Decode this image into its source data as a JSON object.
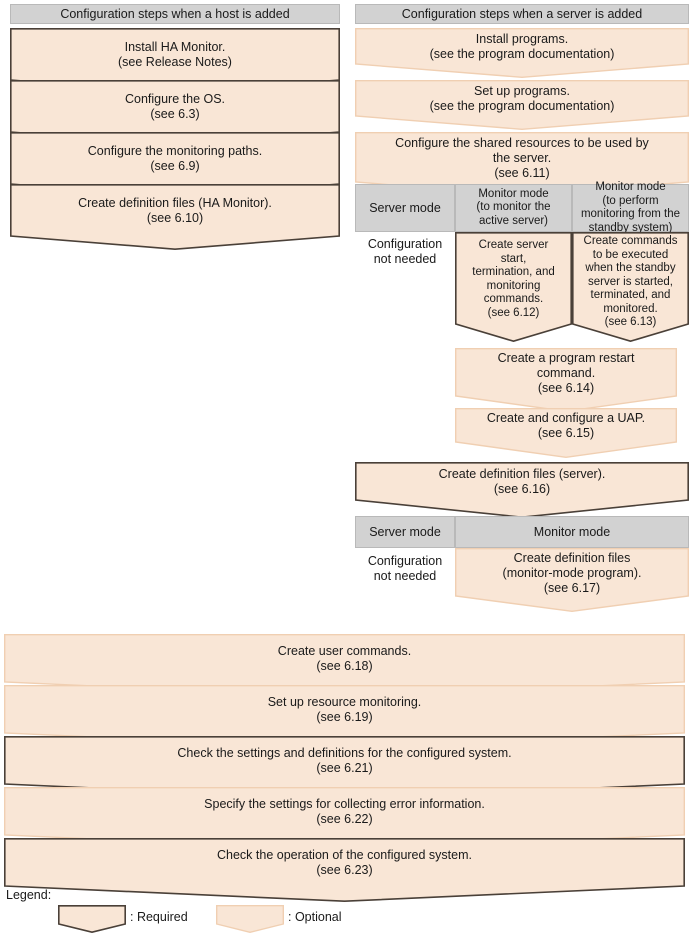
{
  "figure": {
    "title_left": "Configuration steps when a host is added",
    "title_right": "Configuration steps when a server is added",
    "legend_title": "Legend:",
    "legend_required": ": Required",
    "legend_optional": ": Optional",
    "colors": {
      "fill": "#f9e6d6",
      "required_border": "#4a4038",
      "optional_border": "#f0cfb2",
      "header_gray": "#d2d2d2",
      "header_border": "#b9b9b9",
      "text": "#1a1a1a"
    }
  },
  "host_steps": [
    {
      "line1": "Install HA Monitor.",
      "line2": "(see Release Notes)",
      "type": "required"
    },
    {
      "line1": "Configure the OS.",
      "line2": "(see 6.3)",
      "type": "required"
    },
    {
      "line1": "Configure the monitoring paths.",
      "line2": "(see 6.9)",
      "type": "required"
    },
    {
      "line1": "Create definition files (HA Monitor).",
      "line2": "(see 6.10)",
      "type": "required"
    }
  ],
  "server_steps": [
    {
      "line1": "Install programs.",
      "line2": "(see the program documentation)",
      "line3": "",
      "type": "optional"
    },
    {
      "line1": "Set up programs.",
      "line2": "(see the program documentation)",
      "line3": "",
      "type": "optional"
    },
    {
      "line1": "Configure the shared resources to be used by",
      "line2": "the server.",
      "line3": "(see 6.11)",
      "type": "optional"
    }
  ],
  "server_mode_table_1": {
    "headers": [
      {
        "label": "Server mode",
        "lines": [
          "Server mode"
        ]
      },
      {
        "label": "Monitor mode (to monitor the active server)",
        "lines": [
          "Monitor mode",
          "(to monitor the",
          "active server)"
        ]
      },
      {
        "label": "Monitor mode (to perform monitoring from the standby system)",
        "lines": [
          "Monitor mode",
          "(to perform",
          "monitoring from the",
          "standby system)"
        ]
      }
    ],
    "cells": [
      {
        "kind": "plain",
        "lines": [
          "Configuration",
          "not needed"
        ]
      },
      {
        "kind": "step",
        "type": "required",
        "lines": [
          "Create server",
          "start,",
          "termination, and",
          "monitoring",
          "commands.",
          "(see 6.12)"
        ]
      },
      {
        "kind": "step",
        "type": "required",
        "lines": [
          "Create commands",
          "to be executed",
          "when the standby",
          "server is started,",
          "terminated, and",
          "monitored.",
          "(see 6.13)"
        ]
      }
    ]
  },
  "server_steps_2": [
    {
      "line1": "Create a program restart",
      "line2": "command.",
      "line3": "(see 6.14)",
      "type": "optional"
    },
    {
      "line1": "Create and configure a UAP.",
      "line2": "(see 6.15)",
      "line3": "",
      "type": "optional"
    },
    {
      "line1": "Create definition files (server).",
      "line2": "(see 6.16)",
      "line3": "",
      "type": "required"
    }
  ],
  "server_mode_table_2": {
    "headers": [
      {
        "label": "Server mode",
        "lines": [
          "Server mode"
        ]
      },
      {
        "label": "Monitor mode",
        "lines": [
          "Monitor mode"
        ]
      }
    ],
    "cells": [
      {
        "kind": "plain",
        "lines": [
          "Configuration",
          "not needed"
        ]
      },
      {
        "kind": "step",
        "type": "optional",
        "lines": [
          "Create definition files",
          "(monitor-mode program).",
          "(see 6.17)"
        ]
      }
    ]
  },
  "common_steps": [
    {
      "line1": "Create user commands.",
      "line2": "(see 6.18)",
      "type": "optional"
    },
    {
      "line1": "Set up resource monitoring.",
      "line2": "(see 6.19)",
      "type": "optional"
    },
    {
      "line1": "Check the settings and definitions for the configured system.",
      "line2": "(see 6.21)",
      "type": "required"
    },
    {
      "line1": "Specify the settings for collecting error information.",
      "line2": "(see 6.22)",
      "type": "optional"
    },
    {
      "line1": "Check the operation of the configured system.",
      "line2": "(see 6.23)",
      "type": "required"
    }
  ]
}
